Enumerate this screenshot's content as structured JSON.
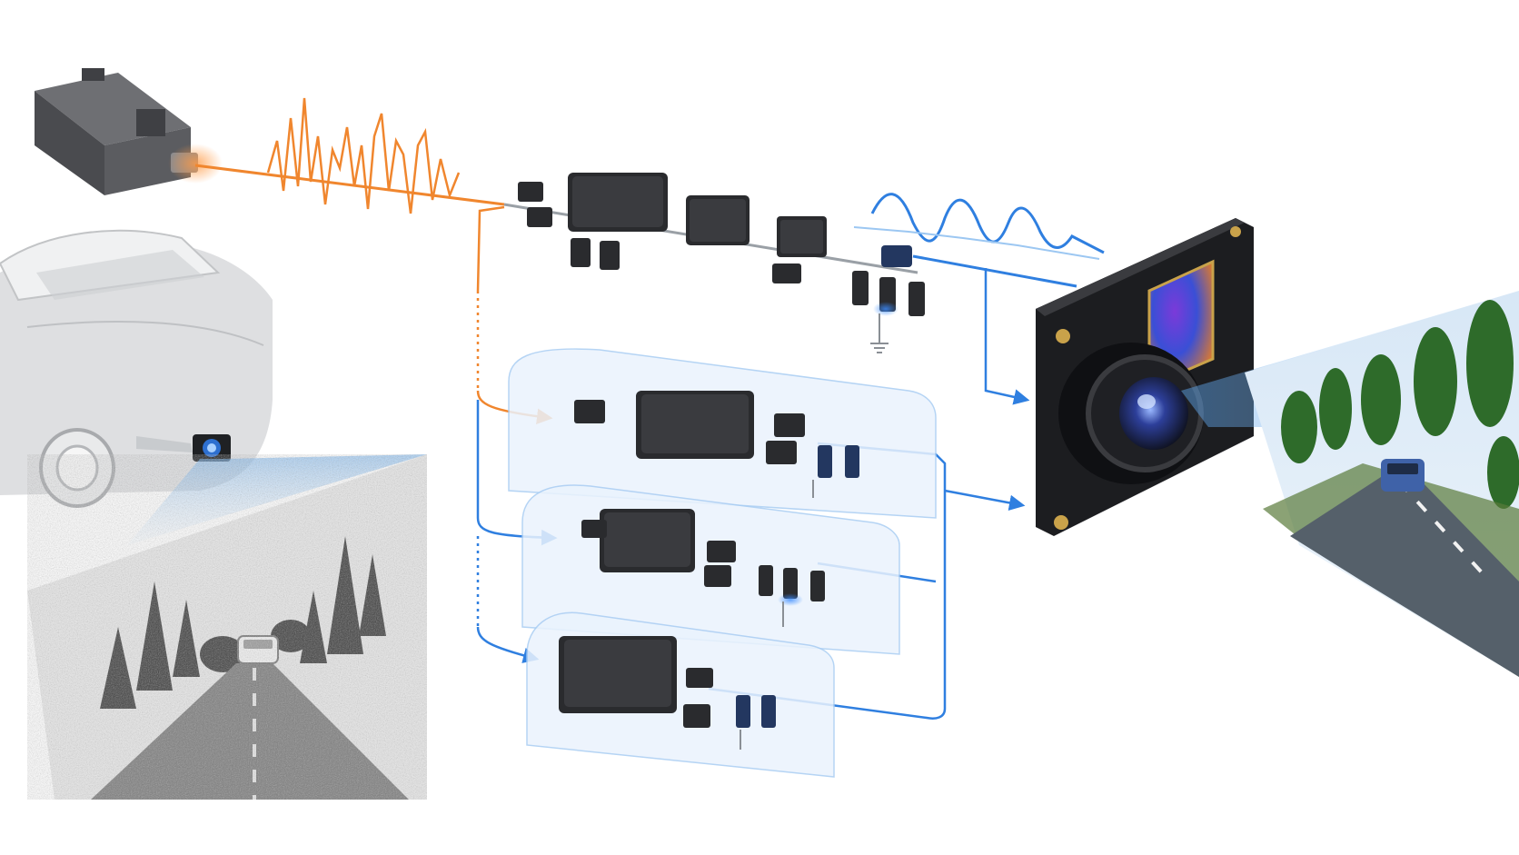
{
  "colors": {
    "noisy_signal": "#f0862e",
    "clean_signal": "#2f7fe0",
    "chip_body": "#2a2b2e",
    "chip_top": "#3a3b3f",
    "pin": "#b9bcc2",
    "panel_fill": "#eaf3fd",
    "panel_stroke": "#a9cdf3",
    "beam": "#9cc7f2",
    "car_body": "#cfd1d3",
    "road_gray": "#6a6a6a",
    "road_clear": "#55606a",
    "tree_gray": "#3d3d3d",
    "tree_green": "#2e6b2a",
    "sky_clear": "#c9def0",
    "sensor_lens": "#4a6fd8",
    "actuator_body": "#5b5c60"
  },
  "icons": {
    "source_device": "actuator-module-icon",
    "vehicle": "sedan-car-icon",
    "front_sensor": "front-camera-icon",
    "camera_module": "camera-module-icon",
    "noisy_view": "noisy-road-scene-icon",
    "clear_view": "clear-road-scene-icon",
    "ground": "ground-symbol-icon"
  },
  "filter_stages": [
    {
      "id": "main-chain",
      "chips": 3
    },
    {
      "id": "branch-1",
      "chips": 1
    },
    {
      "id": "branch-2",
      "chips": 1
    },
    {
      "id": "branch-3",
      "chips": 1
    }
  ]
}
